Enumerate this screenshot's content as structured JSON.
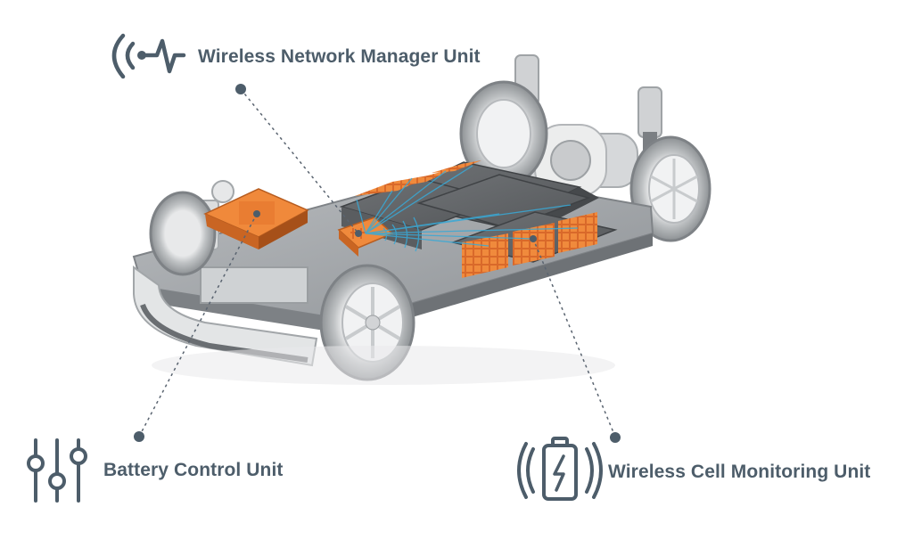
{
  "labels": {
    "wireless_network_manager_unit": "Wireless Network Manager Unit",
    "battery_control_unit": "Battery Control Unit",
    "wireless_cell_monitoring_unit": "Wireless Cell Monitoring Unit"
  },
  "icons": {
    "wireless_network_manager_unit": "wireless-signal-pulse-icon",
    "battery_control_unit": "control-sliders-icon",
    "wireless_cell_monitoring_unit": "wireless-battery-icon"
  },
  "colors": {
    "label_text": "#4d5d6a",
    "icon": "#4d5d6a",
    "leader_line": "#5a6470",
    "battery_module_accent": "#e07b2c",
    "wireless_link": "#39a9d6",
    "chassis_gray": "#8a8e92"
  }
}
